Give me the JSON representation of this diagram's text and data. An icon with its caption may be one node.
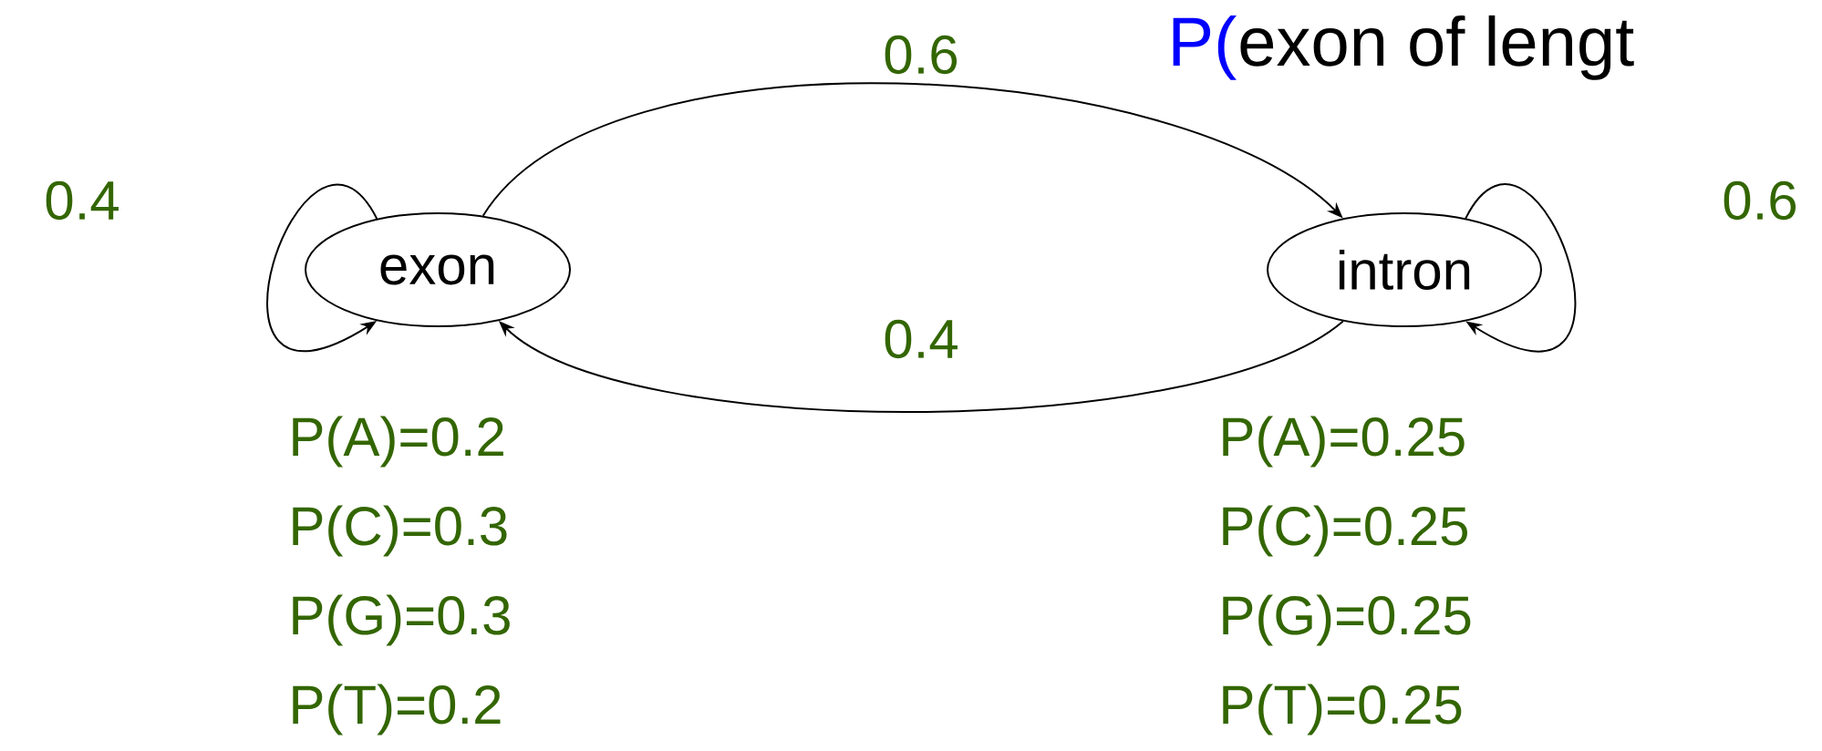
{
  "diagram": {
    "nodes": [
      {
        "text": [
          "exon"
        ],
        "beside": [
          "P(A)=0.2",
          "P(C)=0.3",
          "P(G)=0.3",
          "P(T)=0.2"
        ]
      },
      {
        "text": [
          "intron"
        ],
        "beside": [
          "P(A)=0.25",
          "P(C)=0.25",
          "P(G)=0.25",
          "P(T)=0.25"
        ]
      }
    ],
    "edges": [
      {
        "from": 0,
        "to": 0,
        "arrow": "to",
        "label": "0.4"
      },
      {
        "from": 0,
        "to": 1,
        "arrow": "to",
        "label": "0.6"
      },
      {
        "from": 1,
        "to": 0,
        "arrow": "to",
        "label": "0.4"
      },
      {
        "from": 1,
        "to": 1,
        "arrow": "to",
        "label": "0.6"
      }
    ],
    "labels": [
      "P(",
      "exon of lengt"
    ]
  }
}
